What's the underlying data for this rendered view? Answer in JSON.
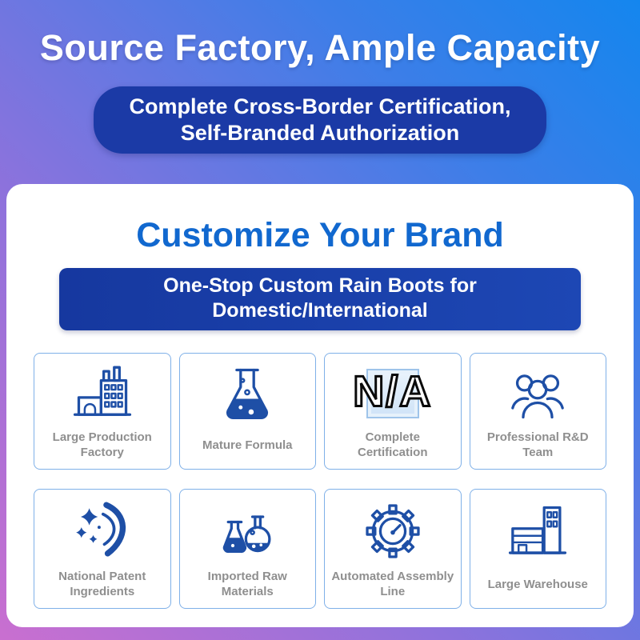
{
  "hero": {
    "title": "Source Factory, Ample Capacity",
    "banner_line1": "Complete Cross-Border Certification,",
    "banner_line2": "Self-Branded Authorization"
  },
  "main": {
    "title": "Customize Your Brand",
    "banner_line1": "One-Stop Custom Rain Boots for",
    "banner_line2": "Domestic/International",
    "features": [
      {
        "label": "Large Production Factory",
        "icon": "factory-icon"
      },
      {
        "label": "Mature Formula",
        "icon": "flask-icon"
      },
      {
        "label": "Complete Certification",
        "icon": "broken-image-placeholder",
        "placeholder": "N/A"
      },
      {
        "label": "Professional R&D Team",
        "icon": "team-icon"
      },
      {
        "label": "National Patent Ingredients",
        "icon": "patent-stars-icon"
      },
      {
        "label": "Imported Raw Materials",
        "icon": "raw-materials-icon"
      },
      {
        "label": "Automated Assembly Line",
        "icon": "gear-gauge-icon"
      },
      {
        "label": "Large Warehouse",
        "icon": "warehouse-icon"
      }
    ]
  },
  "colors": {
    "hero_gradient_start": "#c96fd0",
    "hero_gradient_end": "#1486ee",
    "banner_blue": "#1b3aa6",
    "brand_blue": "#1168cf",
    "icon_blue": "#1e4fa6",
    "label_gray": "#8f8f8f",
    "card_border_blue": "#7fb0e8"
  }
}
